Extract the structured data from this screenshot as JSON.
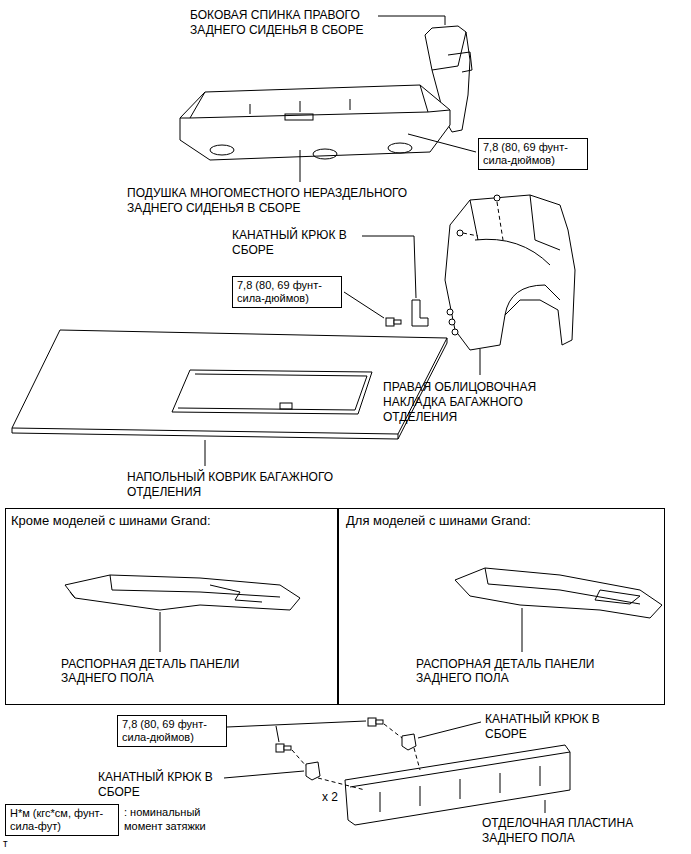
{
  "diagram": {
    "nodes": [
      {
        "text": [
          "7,8 (80, 69 фунт- сила-дюймов)"
        ]
      },
      {
        "text": [
          "7,8 (80, 69 фунт- сила-дюймов)"
        ]
      },
      {
        "text": [
          "Кроме моделей с шинами Grand:",
          "РАСПОРНАЯ ДЕТАЛЬ ПАНЕЛИ ЗАДНЕГО ПОЛА"
        ]
      },
      {
        "text": [
          "Для моделей с шинами Grand:",
          "РАСПОРНАЯ ДЕТАЛЬ ПАНЕЛИ ЗАДНЕГО ПОЛА"
        ]
      },
      {
        "text": [
          "7,8 (80, 69 фунт- сила-дюймов)"
        ]
      },
      {
        "text": [
          "Н*м (кгс*см, фунт- сила-фут)"
        ]
      }
    ],
    "labels": [
      "БОКОВАЯ СПИНКА ПРАВОГО ЗАДНЕГО СИДЕНЬЯ В СБОРЕ",
      "ПОДУШКА МНОГОМЕСТНОГО НЕРАЗДЕЛЬНОГО ЗАДНЕГО СИДЕНЬЯ В СБОРЕ",
      "КАНАТНЫЙ КРЮК В СБОРЕ",
      "ПРАВАЯ ОБЛИЦОВОЧНАЯ НАКЛАДКА БАГАЖНОГО ОТДЕЛЕНИЯ",
      "НАПОЛЬНЫЙ КОВРИК БАГАЖНОГО ОТДЕЛЕНИЯ",
      "КАНАТНЫЙ КРЮК В СБОРЕ",
      "КАНАТНЫЙ КРЮК В СБОРЕ",
      "x 2",
      "ОТДЕЛОЧНАЯ ПЛАСТИНА ЗАДНЕГО ПОЛА",
      ": номинальный момент затяжки",
      "т"
    ]
  }
}
